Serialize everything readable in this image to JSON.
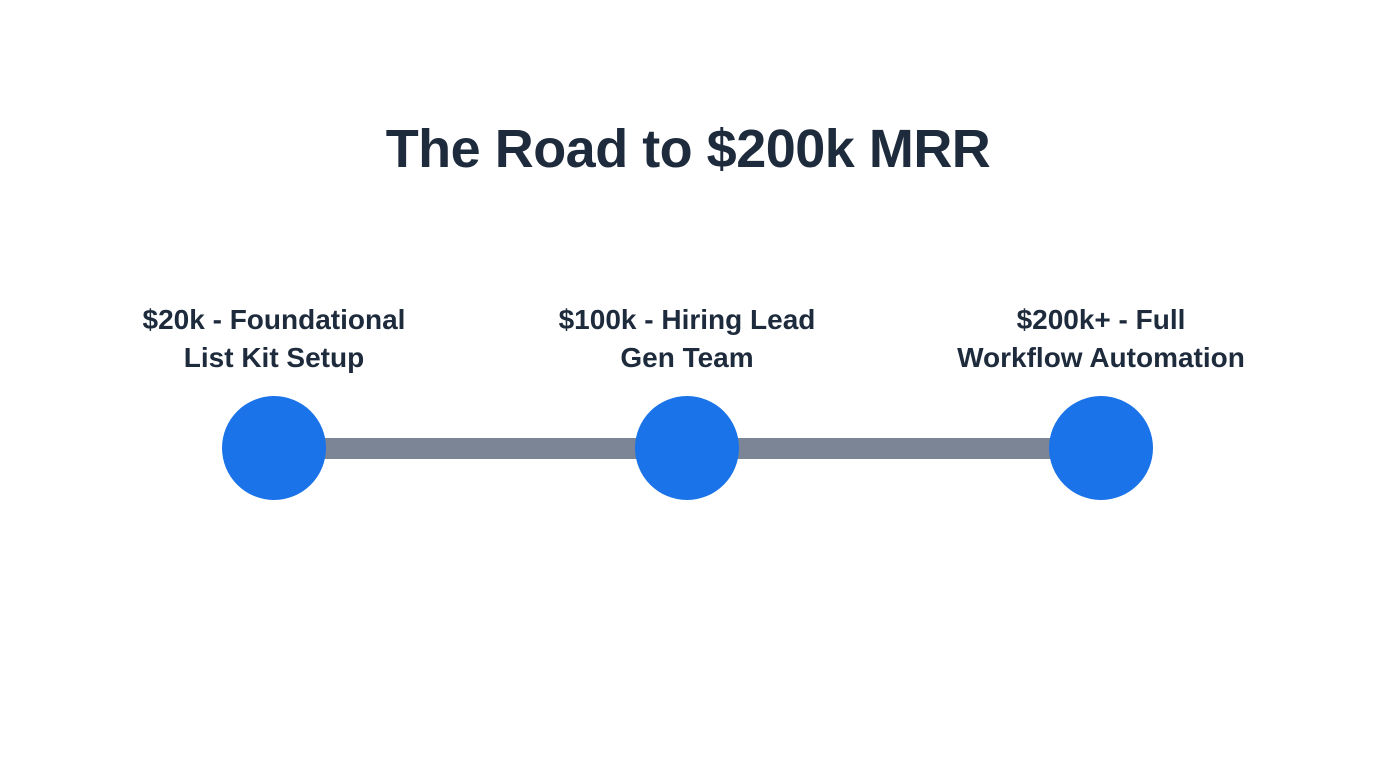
{
  "page": {
    "title": "The Road to $200k MRR"
  },
  "colors": {
    "background": "#ffffff",
    "title_text": "#1e2b3c",
    "node_blue": "#1a73e8",
    "connector_gray": "#7b8595"
  },
  "timeline": {
    "milestones": [
      {
        "label_line1": "$20k - Foundational",
        "label_line2": "List Kit Setup"
      },
      {
        "label_line1": "$100k - Hiring Lead",
        "label_line2": "Gen Team"
      },
      {
        "label_line1": "$200k+ - Full",
        "label_line2": "Workflow Automation"
      }
    ]
  }
}
